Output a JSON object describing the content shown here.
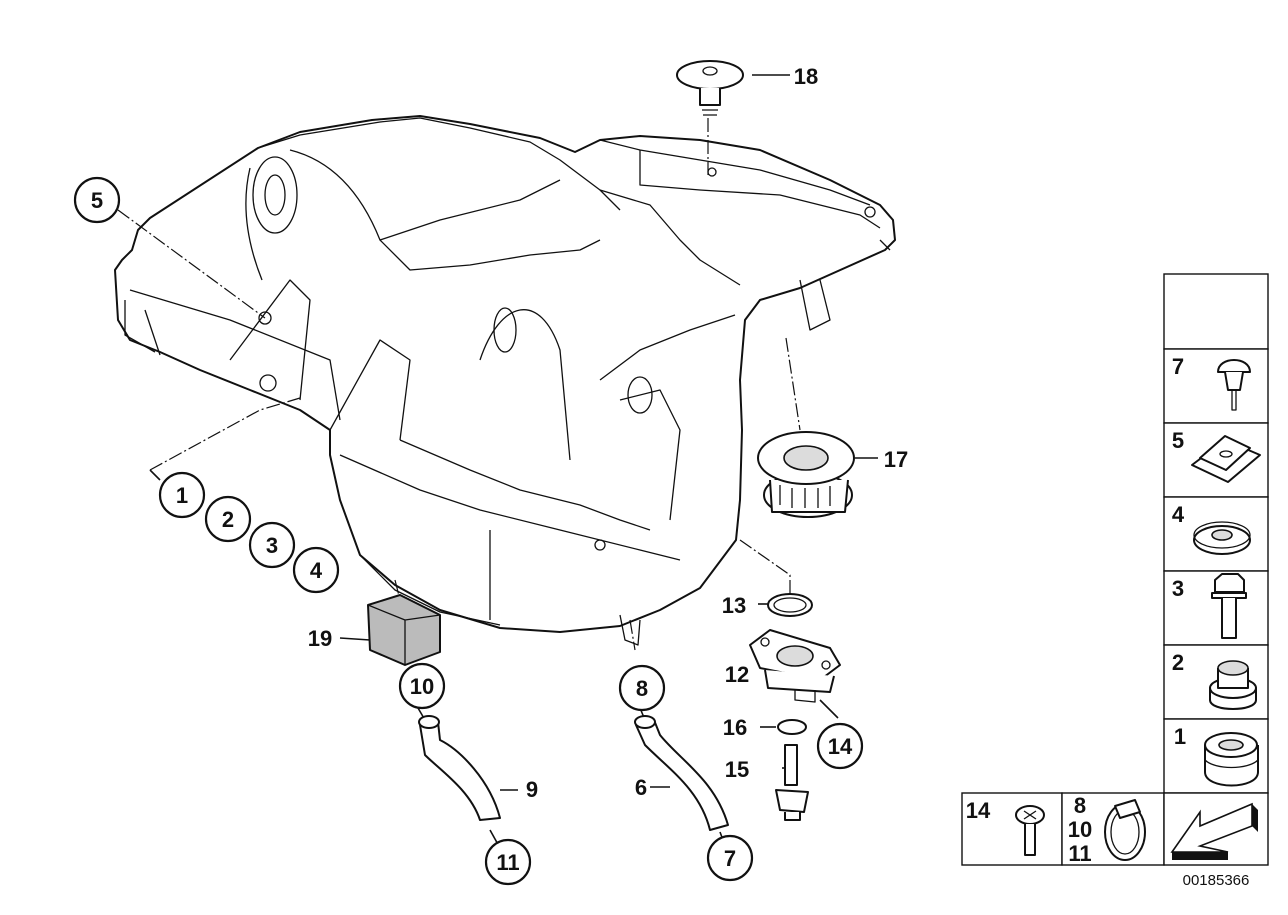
{
  "diagram": {
    "part_number": "00185366",
    "callouts": [
      {
        "id": "c1",
        "label": "1",
        "circled": true
      },
      {
        "id": "c2",
        "label": "2",
        "circled": true
      },
      {
        "id": "c3",
        "label": "3",
        "circled": true
      },
      {
        "id": "c4",
        "label": "4",
        "circled": true
      },
      {
        "id": "c5",
        "label": "5",
        "circled": true
      },
      {
        "id": "c6",
        "label": "6",
        "circled": false
      },
      {
        "id": "c7",
        "label": "7",
        "circled": true
      },
      {
        "id": "c8",
        "label": "8",
        "circled": true
      },
      {
        "id": "c9",
        "label": "9",
        "circled": false
      },
      {
        "id": "c10",
        "label": "10",
        "circled": true
      },
      {
        "id": "c11",
        "label": "11",
        "circled": true
      },
      {
        "id": "c12",
        "label": "12",
        "circled": false
      },
      {
        "id": "c13",
        "label": "13",
        "circled": false
      },
      {
        "id": "c14",
        "label": "14",
        "circled": true
      },
      {
        "id": "c15",
        "label": "15",
        "circled": false
      },
      {
        "id": "c16",
        "label": "16",
        "circled": false
      },
      {
        "id": "c17",
        "label": "17",
        "circled": false
      },
      {
        "id": "c18",
        "label": "18",
        "circled": false
      },
      {
        "id": "c19",
        "label": "19",
        "circled": false
      }
    ],
    "legend_right": [
      "7",
      "5",
      "4",
      "3",
      "2",
      "1"
    ],
    "legend_bottom": [
      {
        "labels": [
          "14"
        ]
      },
      {
        "labels": [
          "8",
          "10",
          "11"
        ]
      }
    ]
  }
}
